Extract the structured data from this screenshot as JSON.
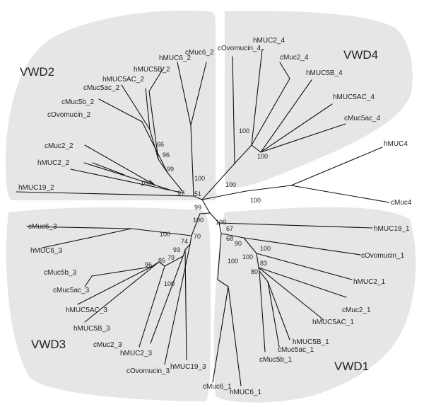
{
  "clades": {
    "vwd1": "VWD1",
    "vwd2": "VWD2",
    "vwd3": "VWD3",
    "vwd4": "VWD4"
  },
  "leaves": {
    "vwd2": [
      "cMuc6_2",
      "hMUC6_2",
      "hMUC5B_2",
      "hMUC5AC_2",
      "cMuc5ac_2",
      "cMuc5b_2",
      "cOvomucin_2",
      "cMuc2_2",
      "hMUC2_2",
      "hMUC19_2"
    ],
    "vwd4": [
      "cOvomucin_4",
      "hMUC2_4",
      "cMuc2_4",
      "hMUC5B_4",
      "hMUC5AC_4",
      "cMuc5ac_4"
    ],
    "muc4": [
      "hMUC4",
      "cMuc4"
    ],
    "vwd1": [
      "hMUC19_1",
      "cOvomucin_1",
      "hMUC2_1",
      "cMuc2_1",
      "hMUC5AC_1",
      "hMUC5B_1",
      "cMuc5ac_1",
      "cMuc5b_1",
      "hMUC6_1",
      "cMuc6_1"
    ],
    "vwd3": [
      "cMuc6_3",
      "hMUC6_3",
      "cMuc5b_3",
      "cMuc5ac_3",
      "hMUC5AC_3",
      "hMUC5B_3",
      "cMuc2_3",
      "hMUC2_3",
      "cOvomucin_3",
      "hMUC19_3"
    ]
  },
  "bootstrap": {
    "vwd2": [
      "100",
      "66",
      "96",
      "99",
      "100",
      "97",
      "51"
    ],
    "vwd4": [
      "100",
      "100",
      "100"
    ],
    "muc4": [
      "100"
    ],
    "root": [
      "99",
      "100",
      "100"
    ],
    "vwd1": [
      "67",
      "68",
      "90",
      "100",
      "100",
      "83",
      "80",
      "100"
    ],
    "vwd3": [
      "70",
      "74",
      "93",
      "79",
      "85",
      "96",
      "100",
      "100"
    ]
  }
}
